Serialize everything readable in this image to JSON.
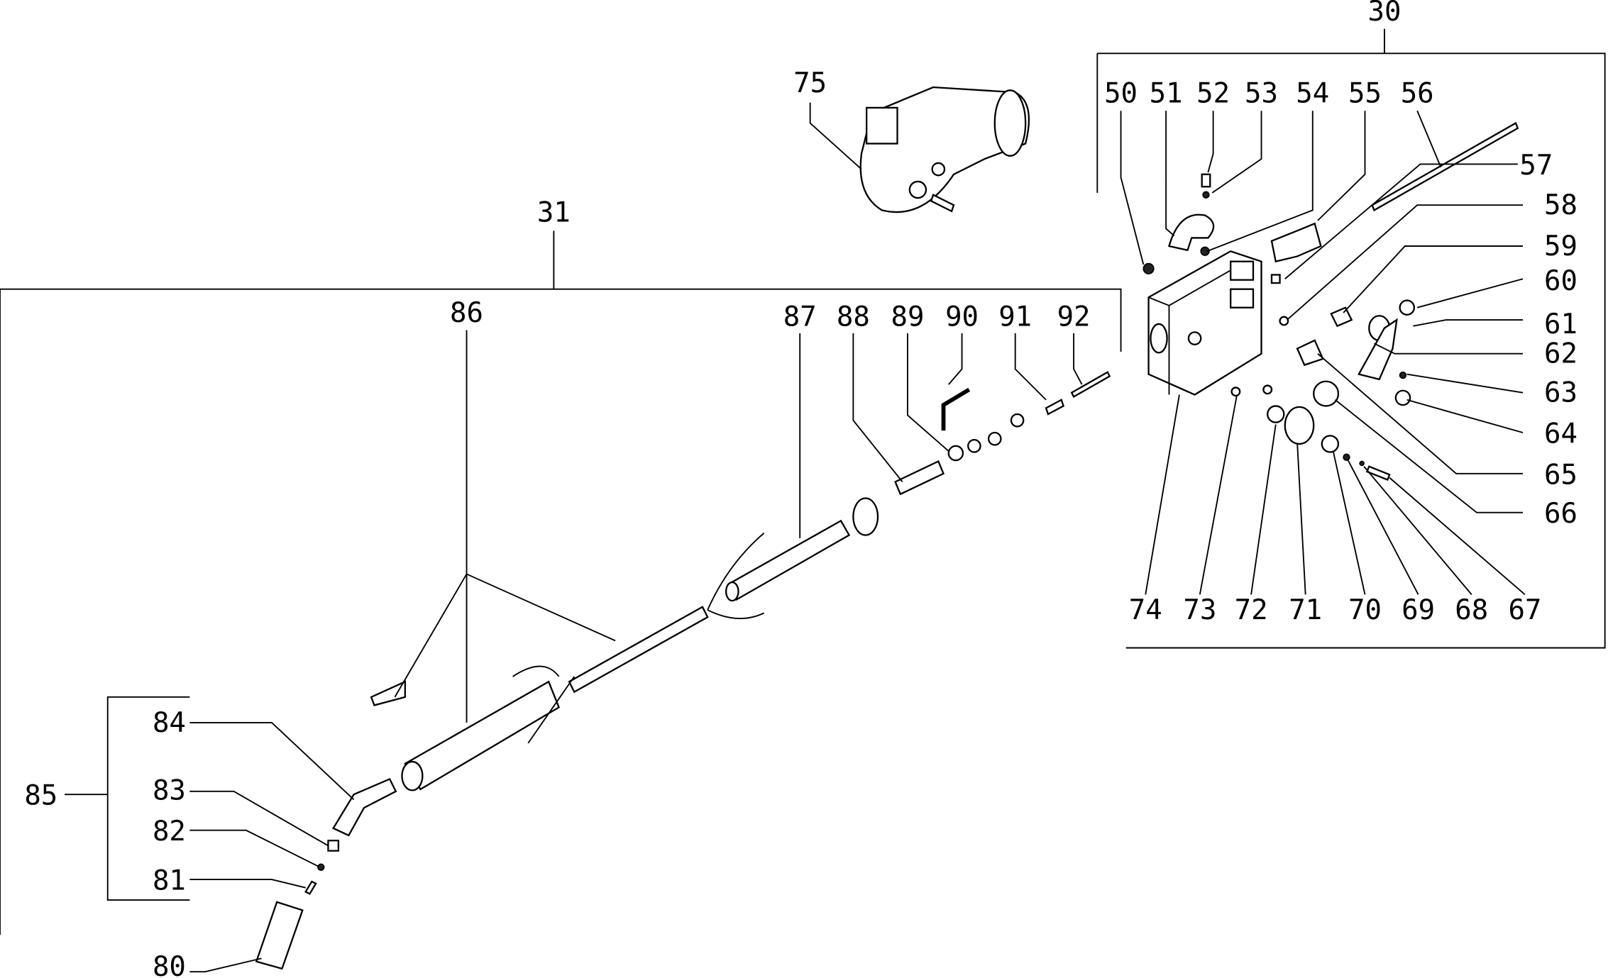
{
  "diagram": {
    "type": "exploded-parts-diagram",
    "groups": [
      {
        "id": "30",
        "label": "30"
      },
      {
        "id": "31",
        "label": "31"
      },
      {
        "id": "85",
        "label": "85"
      }
    ],
    "standalone_labels": [
      "75"
    ],
    "group_30_parts": [
      "50",
      "51",
      "52",
      "53",
      "54",
      "55",
      "56",
      "57",
      "58",
      "59",
      "60",
      "61",
      "62",
      "63",
      "64",
      "65",
      "66",
      "67",
      "68",
      "69",
      "70",
      "71",
      "72",
      "73",
      "74"
    ],
    "group_31_parts": [
      "86",
      "87",
      "88",
      "89",
      "90",
      "91",
      "92"
    ],
    "group_85_parts": [
      "84",
      "83",
      "82",
      "81"
    ],
    "other_parts": [
      "80"
    ]
  }
}
